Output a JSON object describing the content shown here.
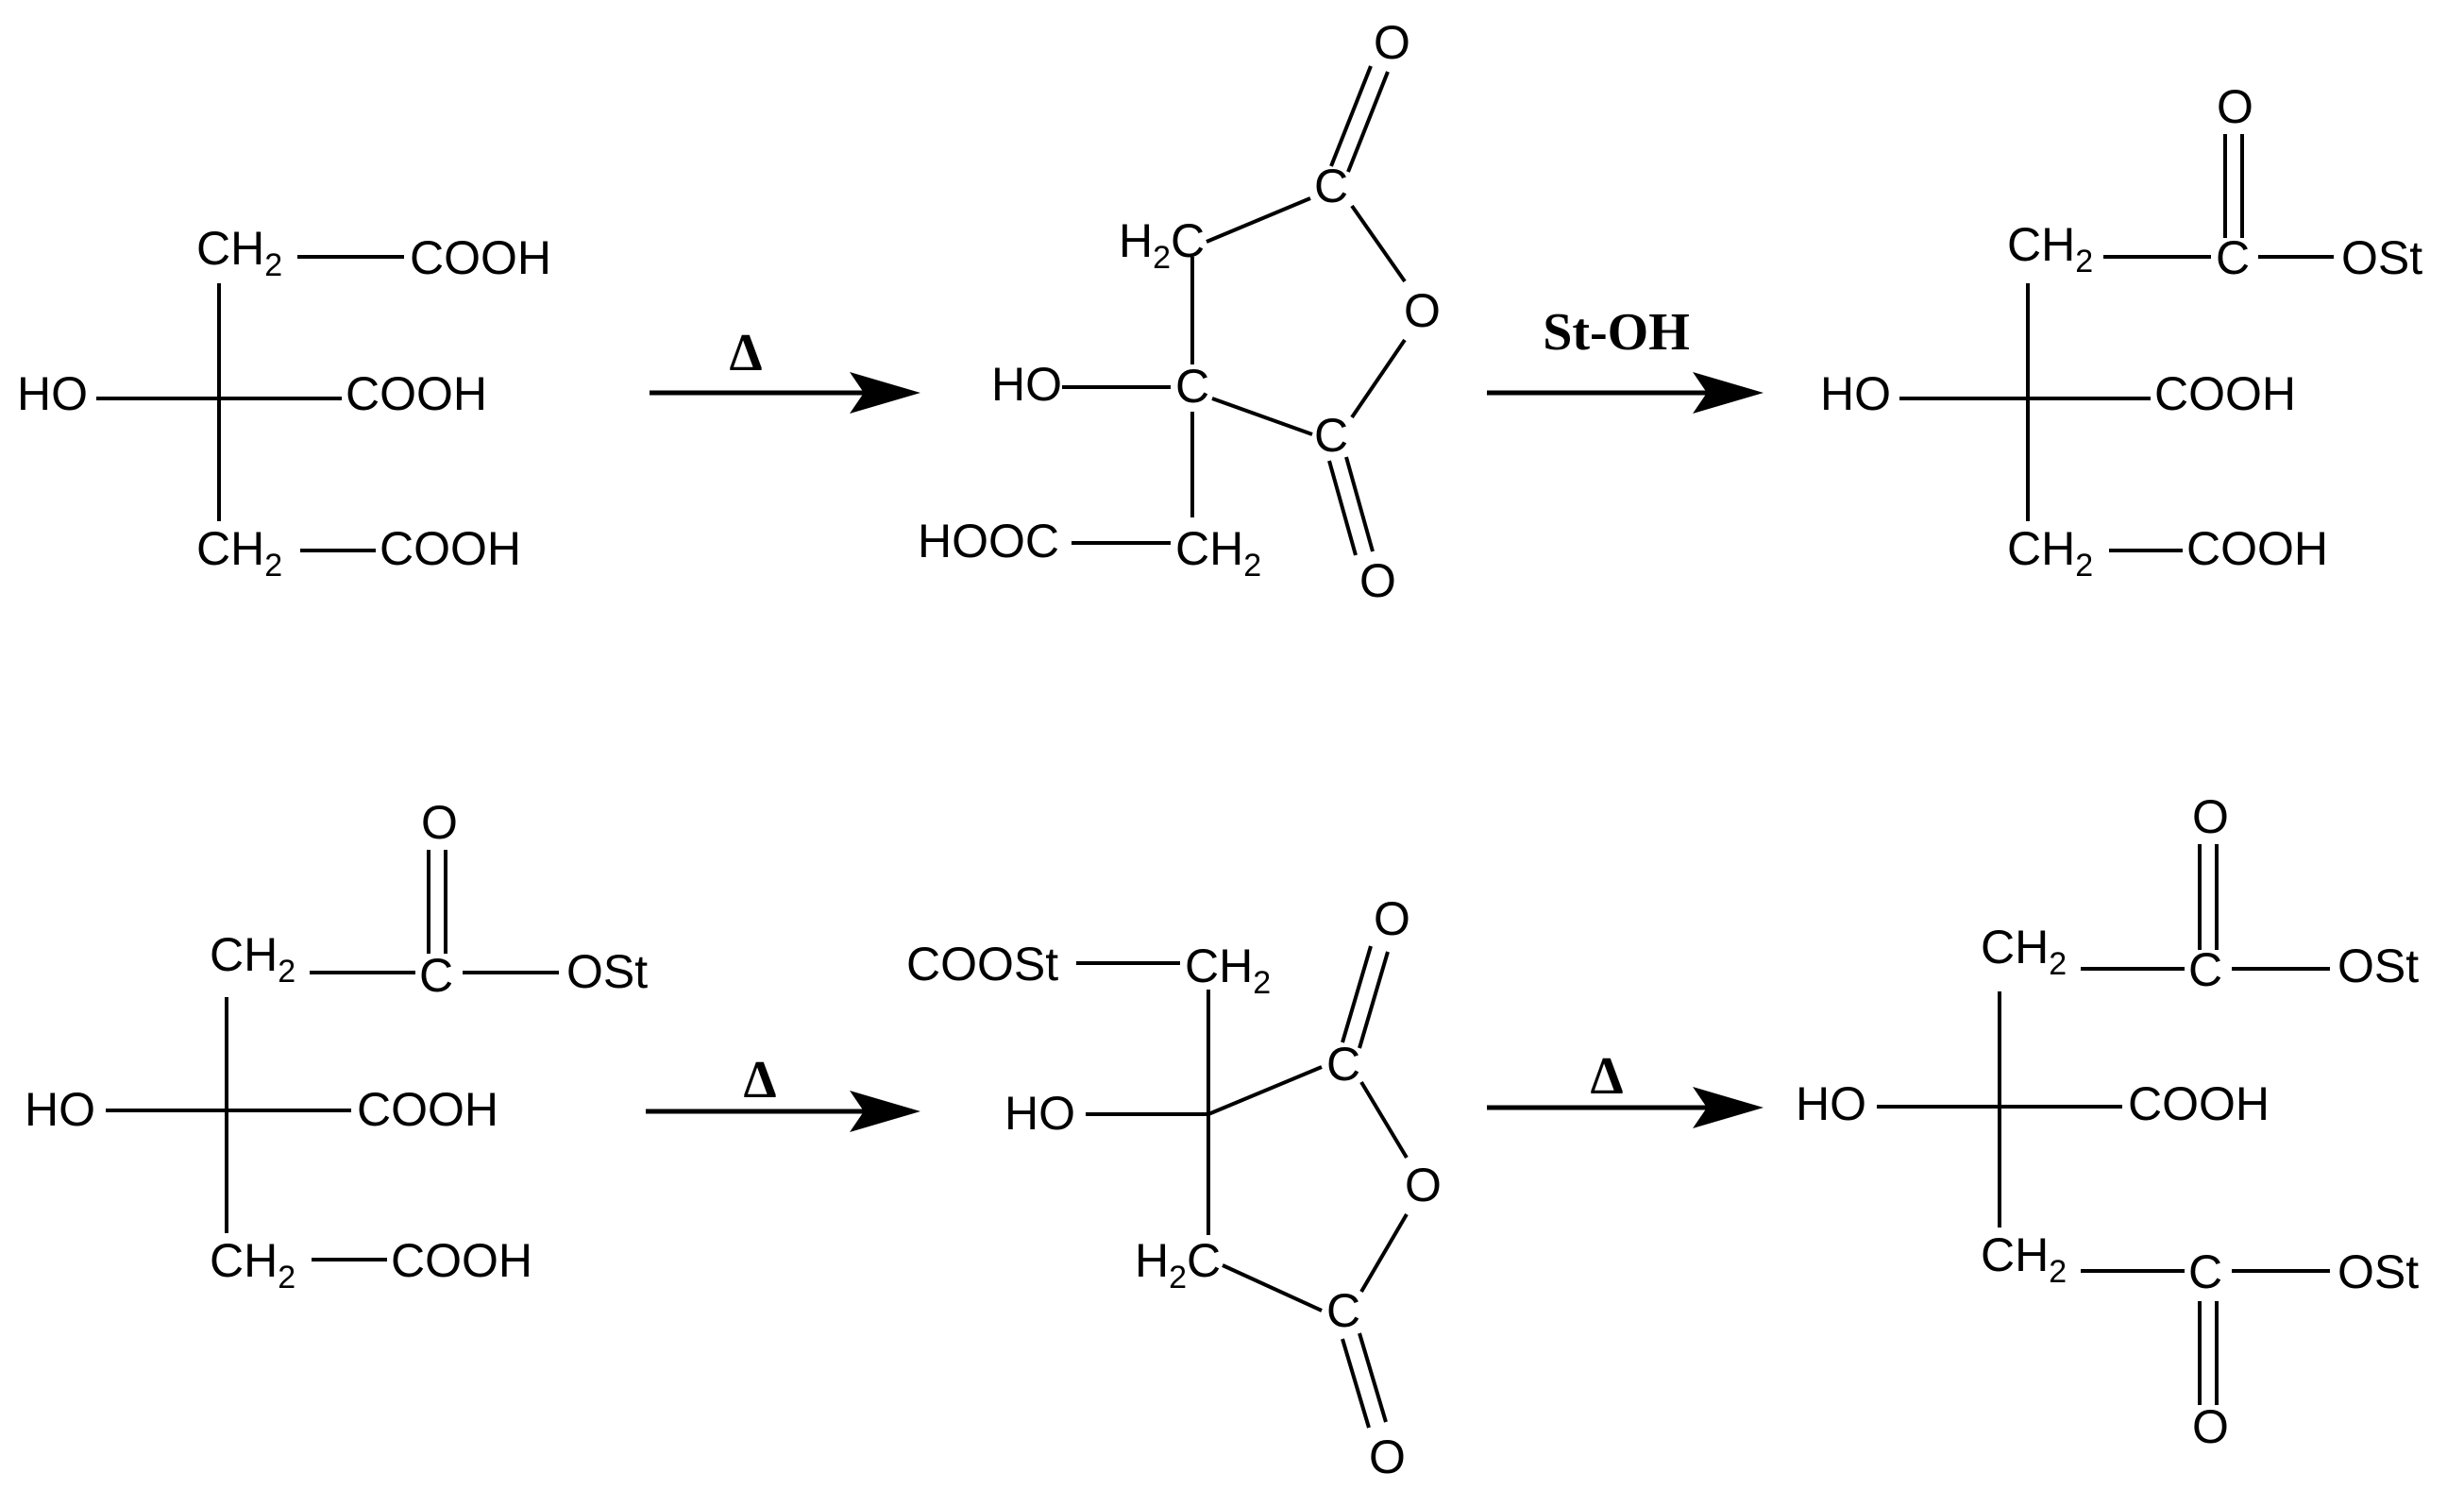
{
  "labels": {
    "cooh": "COOH",
    "hooc": "HOOC",
    "ho": "HO",
    "c": "C",
    "o": "O",
    "ch": "CH",
    "h": "H",
    "sub2": "2",
    "ost": "OSt",
    "coost": "COOSt"
  },
  "conditions": {
    "heat": "Δ",
    "stearyl_alcohol": "St-OH"
  }
}
